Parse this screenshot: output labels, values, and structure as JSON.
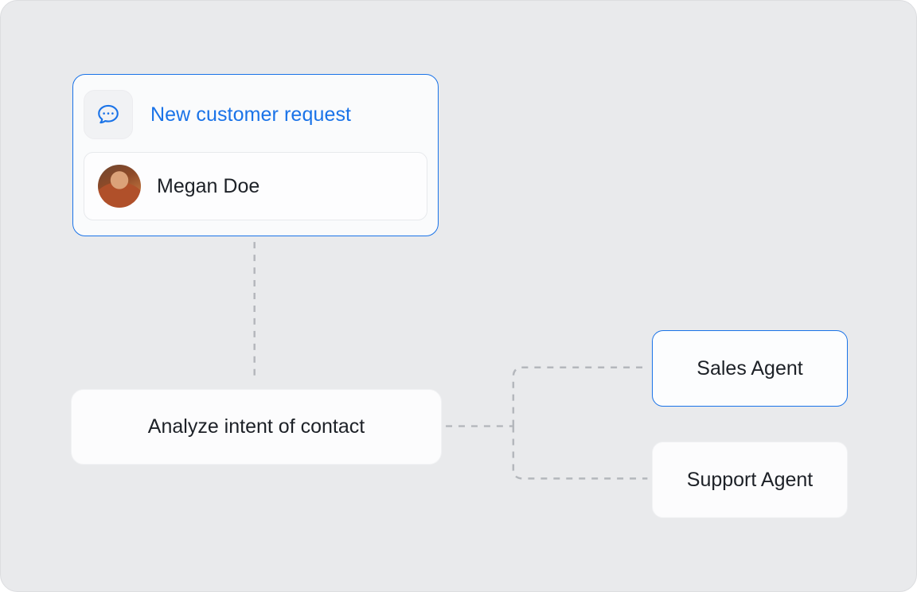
{
  "colors": {
    "canvas_background": "#e9eaec",
    "accent_blue": "#1a73e8",
    "text_dark": "#1d2127",
    "connector_gray": "#b4b7bc"
  },
  "trigger_card": {
    "icon": "chat-bubble-icon",
    "title": "New customer request",
    "contact": {
      "name": "Megan Doe",
      "avatar": "megan-doe-photo"
    }
  },
  "analyze_node": {
    "label": "Analyze intent of contact"
  },
  "agents": [
    {
      "label": "Sales Agent",
      "highlighted": true
    },
    {
      "label": "Support Agent",
      "highlighted": false
    }
  ]
}
